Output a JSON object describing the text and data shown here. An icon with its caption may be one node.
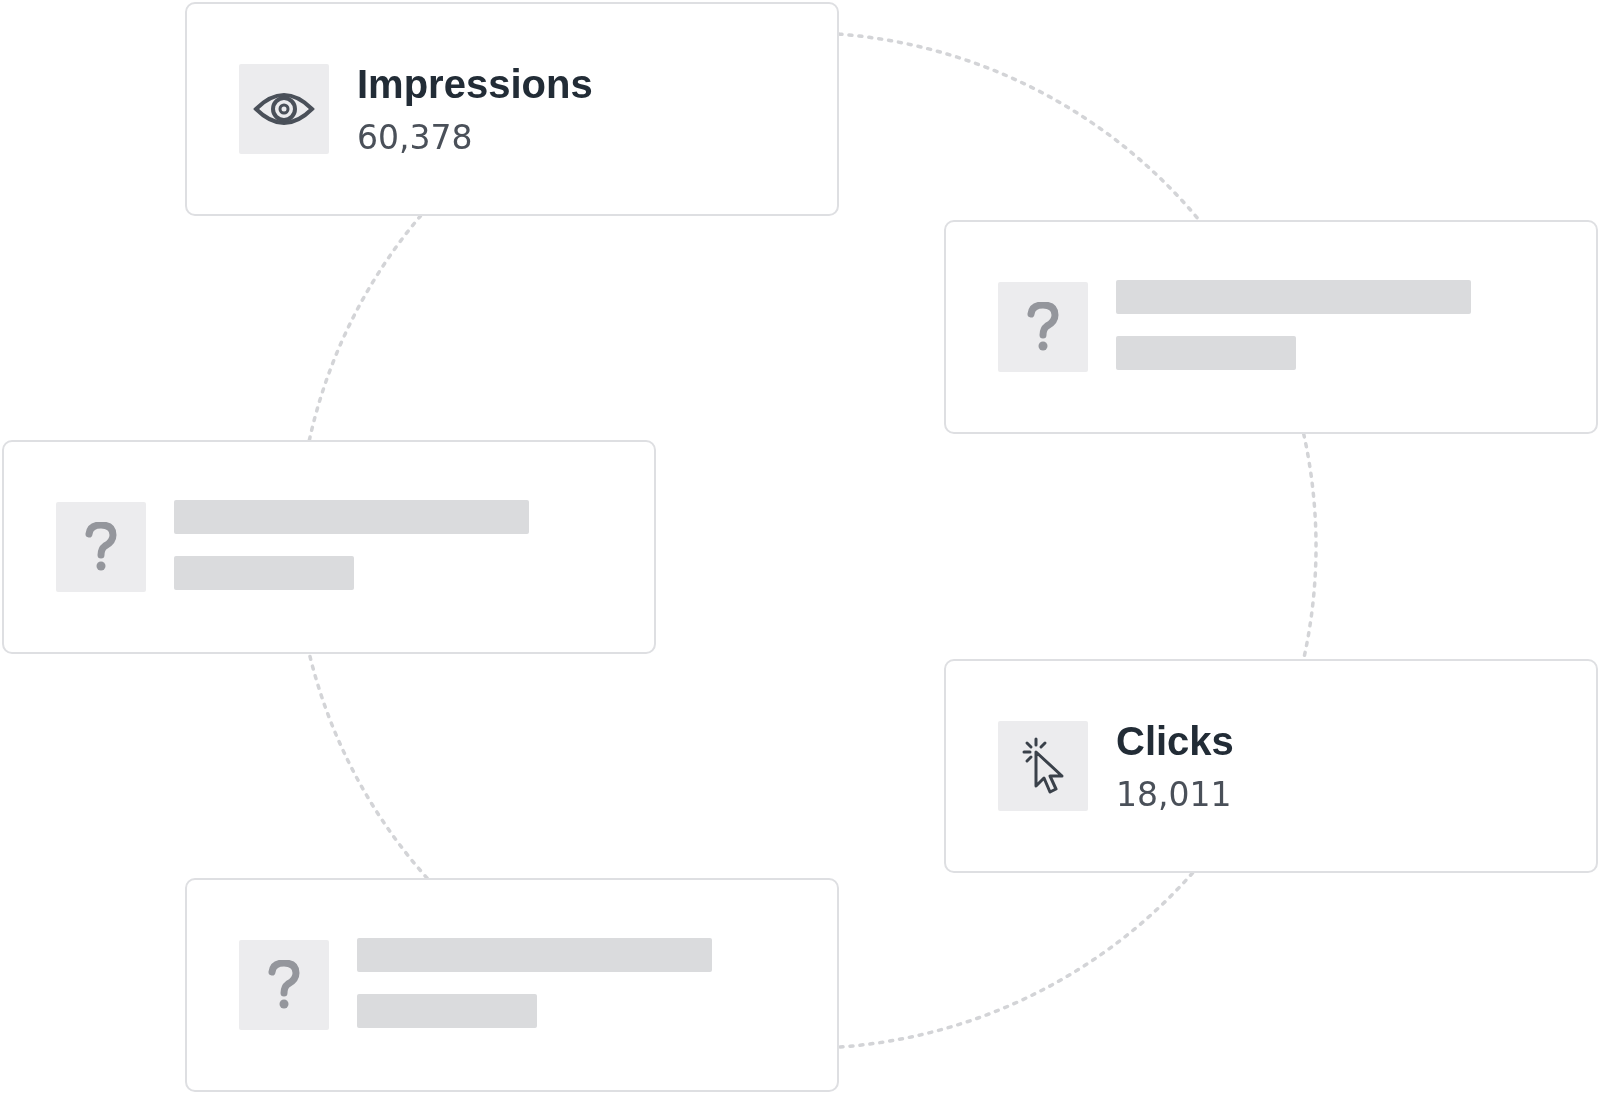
{
  "diagram": {
    "nodes": [
      {
        "text": [
          "Impressions",
          "60,378"
        ]
      },
      {
        "text": [],
        "shape": "box"
      },
      {
        "text": [],
        "shape": "bar",
        "in": 1
      },
      {
        "text": [],
        "shape": "bar",
        "in": 1
      },
      {
        "text": [],
        "shape": "box"
      },
      {
        "text": [],
        "shape": "bar",
        "in": 4
      },
      {
        "text": [],
        "shape": "bar",
        "in": 4
      },
      {
        "text": [
          "Clicks",
          "18,011"
        ]
      },
      {
        "text": [],
        "shape": "box"
      },
      {
        "text": [],
        "shape": "bar",
        "in": 8
      },
      {
        "text": [],
        "shape": "bar",
        "in": 8
      }
    ],
    "edges": [
      {
        "from": 0,
        "to": 1,
        "arrow": "none"
      },
      {
        "from": 1,
        "to": 7,
        "arrow": "none"
      },
      {
        "from": 7,
        "to": 8,
        "arrow": "none"
      },
      {
        "from": 8,
        "to": 4,
        "arrow": "none"
      },
      {
        "from": 4,
        "to": 0,
        "arrow": "none"
      }
    ]
  }
}
